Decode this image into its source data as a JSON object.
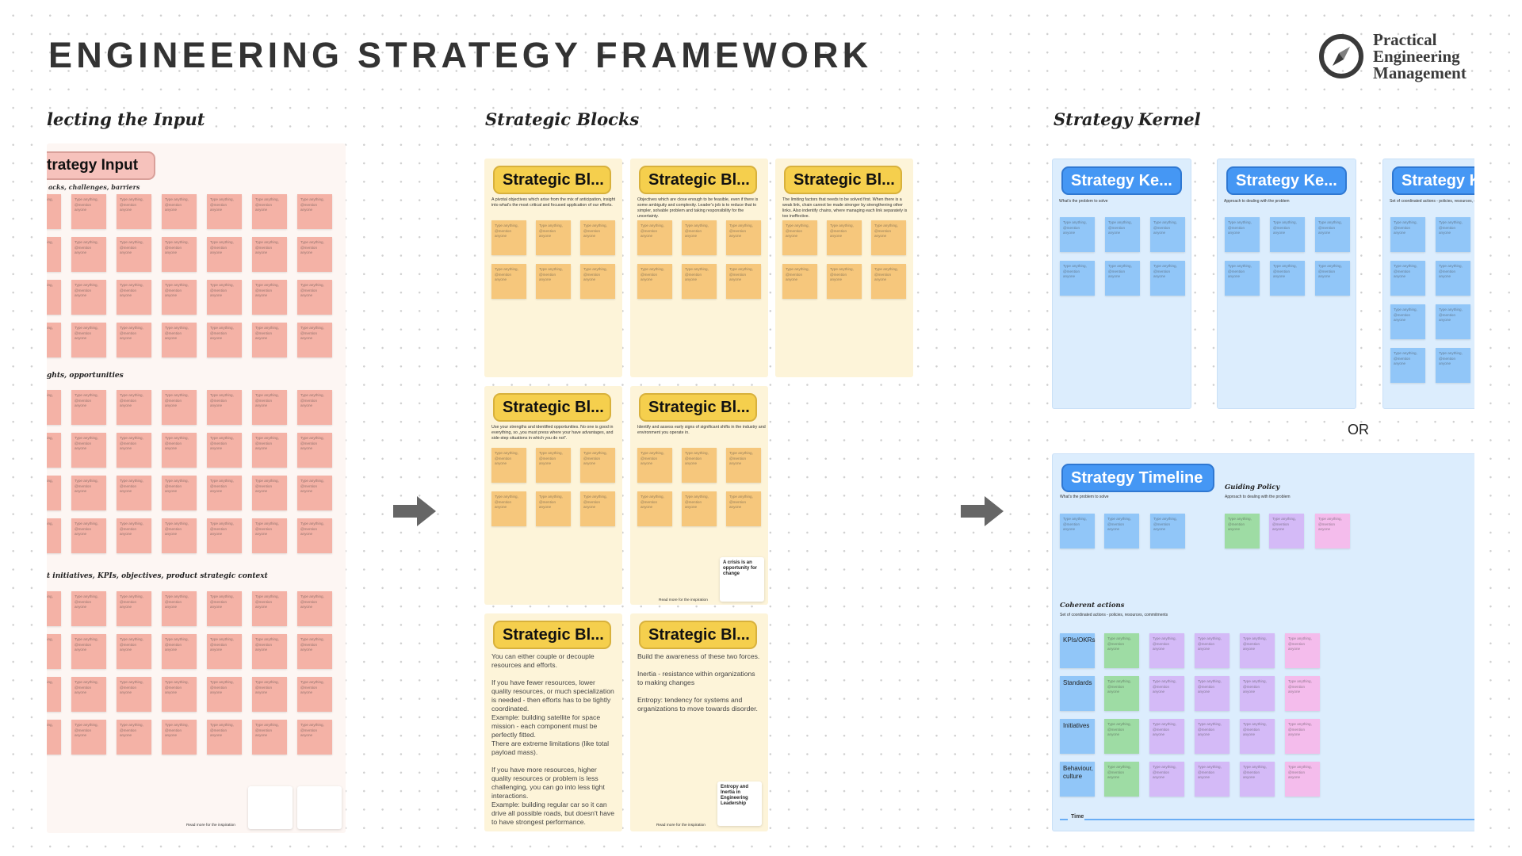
{
  "title": "ENGINEERING STRATEGY FRAMEWORK",
  "logo": {
    "lines": [
      "Practical",
      "Engineering",
      "Management"
    ],
    "icon": "compass-icon"
  },
  "sticky_placeholder": "Type anything, @mention anyone",
  "colors": {
    "input_sticky": "#f4b2a6",
    "block_sticky": "#f6c77c",
    "kernel_sticky": "#91c6f8",
    "green_sticky": "#9edca4",
    "purple_sticky": "#d4baf7",
    "pink_sticky": "#f4bcec",
    "timeline_line": "#6aaef5"
  },
  "sections": {
    "input": "lecting the Input",
    "blocks": "Strategic Blocks",
    "kernel": "Strategy Kernel"
  },
  "input_panel": {
    "pill": "trategy Input",
    "groups": [
      "acks, challenges, barriers",
      "ghts, opportunities",
      "t initiatives, KPIs, objectives, product strategic context"
    ],
    "read_more": "Read more for the inspiration"
  },
  "blocks": [
    {
      "pill": "Strategic Bl...",
      "desc": "A pivotal objectives which arise from the mix of anticipation, insight into what's the most critical and focused application of our efforts."
    },
    {
      "pill": "Strategic Bl...",
      "desc": "Objectives which are close enough to be feasible, even if there is some ambiguity and complexity. Leader's job is to reduce that to simpler, solvable problem and taking responsibility for the uncertainty."
    },
    {
      "pill": "Strategic Bl...",
      "desc": "The limiting factors that needs to be solved first. When there is a weak link, chain cannot be made stronger by strengthening other links. Also indentify chains, where managing each link separately is too ineffective."
    },
    {
      "pill": "Strategic Bl...",
      "desc": "Use your strengths and identified opportunities. No one is good in everything, so „you must press where your have advantages, and side-step situations in which you do not”."
    },
    {
      "pill": "Strategic Bl...",
      "desc": "Identify and assess early signs of significant shifts in the industry and environment you operate in.",
      "card": "A crisis is an opportunity for change",
      "read_more": "Read more for the inspiration"
    },
    {
      "pill": "Strategic Bl...",
      "body": "You can either couple or decouple resources and efforts.\n\nIf you have fewer resources, lower quality resources, or much specialization is needed - then efforts has to be tightly coordinated.\nExample: building satellite for space mission - each component must be perfectly fitted.\nThere are extreme limitations (like total payload mass).\n\nIf you have more resources, higher quality resources or problem is less challenging, you can go into less tight interactions.\nExample: building regular car so it can drive all possible roads, but doesn't have to have strongest performance."
    },
    {
      "pill": "Strategic Bl...",
      "body": "Build the awareness of these two forces.\n\nInertia - resistance within organizations to making changes\n\nEntropy: tendency for systems and organizations to move towards disorder.",
      "card": "Entropy and Inertia in Engineering Leadership",
      "read_more": "Read more for the inspiration"
    }
  ],
  "kernel": [
    {
      "pill": "Strategy Ke...",
      "sub": "What's the problem to solve"
    },
    {
      "pill": "Strategy Ke...",
      "sub": "Approach to dealing with the problem"
    },
    {
      "pill": "Strategy K",
      "sub": "Set of coordinated actions - policies, resources, commitments"
    }
  ],
  "or_label": "OR",
  "timeline": {
    "pill": "Strategy Timeline",
    "sub": "What's the problem to solve",
    "guiding_policy": "Guiding Policy",
    "guiding_sub": "Approach to dealing with the problem",
    "coherent_actions": "Coherent actions",
    "coherent_sub": "Set of coordinated actions - policies, resources, commitments",
    "rows": [
      "KPIs/OKRs",
      "Standards",
      "Initiatives",
      "Behaviour, culture"
    ],
    "time_label": "Time"
  }
}
